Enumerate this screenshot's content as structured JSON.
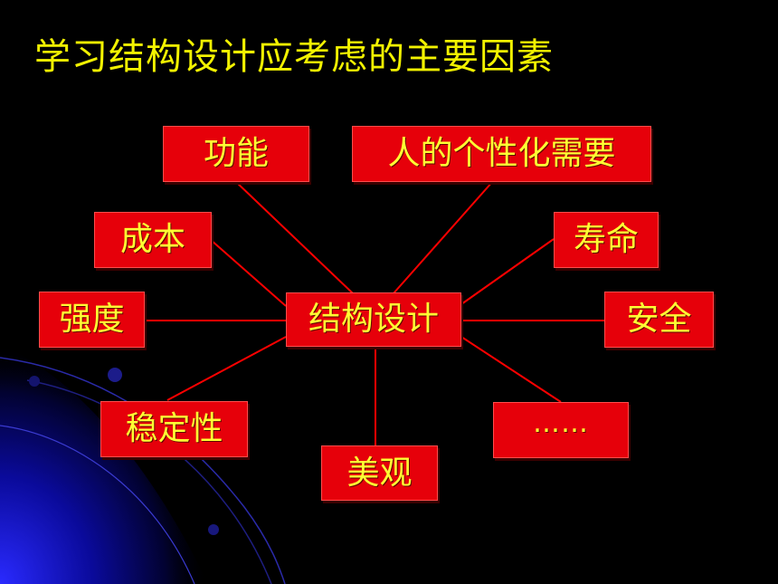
{
  "slide": {
    "title": "学习结构设计应考虑的主要因素"
  },
  "diagram": {
    "center": "结构设计",
    "nodes": {
      "function": "功能",
      "personalized_needs": "人的个性化需要",
      "cost": "成本",
      "lifespan": "寿命",
      "strength": "强度",
      "safety": "安全",
      "stability": "稳定性",
      "appearance": "美观",
      "more": "……"
    }
  },
  "colors": {
    "background": "#000000",
    "title_text": "#f2f200",
    "box_fill": "#e6000a",
    "box_text": "#ffff33",
    "connector": "#ff0000",
    "decor_blue": "#1a1aff"
  }
}
